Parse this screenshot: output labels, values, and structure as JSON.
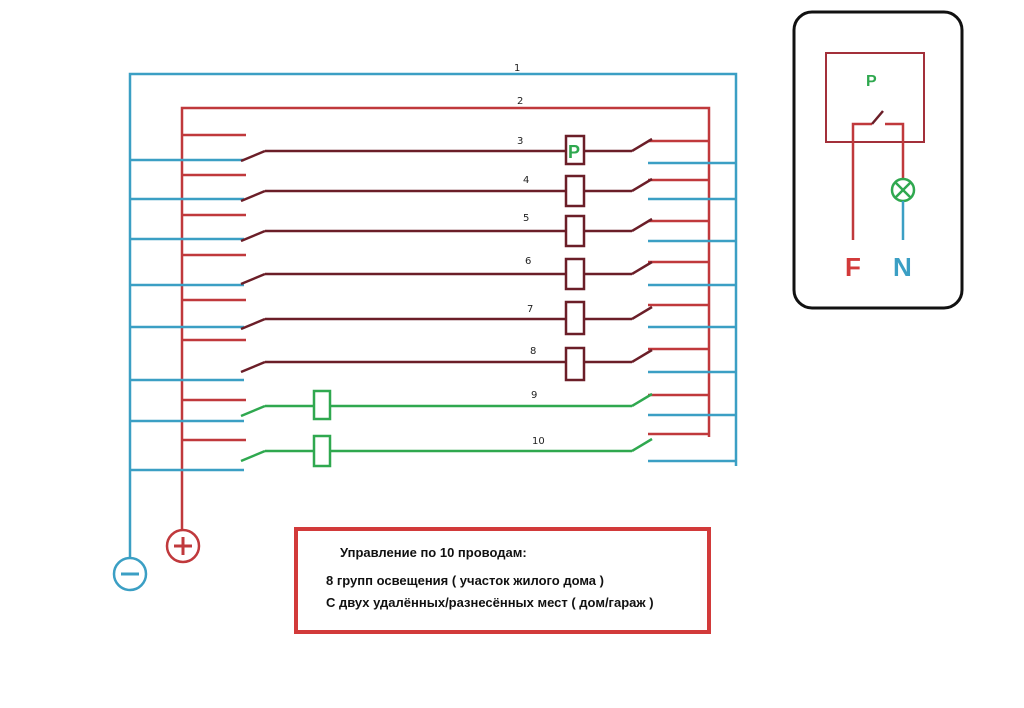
{
  "diagram": {
    "wires": [
      {
        "label": "1",
        "kind": "supply-negative"
      },
      {
        "label": "2",
        "kind": "supply-positive"
      },
      {
        "label": "3",
        "kind": "relay",
        "relay_label": "P"
      },
      {
        "label": "4",
        "kind": "relay"
      },
      {
        "label": "5",
        "kind": "relay"
      },
      {
        "label": "6",
        "kind": "relay"
      },
      {
        "label": "7",
        "kind": "relay"
      },
      {
        "label": "8",
        "kind": "relay"
      },
      {
        "label": "9",
        "kind": "green"
      },
      {
        "label": "10",
        "kind": "green"
      }
    ],
    "terminals": {
      "plus": "+",
      "minus": "−"
    },
    "legend": {
      "relay_label": "P",
      "phase_label": "F",
      "neutral_label": "N",
      "lamp_icon": "lamp-icon"
    },
    "note": {
      "title": "Управление по 10 проводам:",
      "line1": "8 групп освещения ( участок жилого дома )",
      "line2": "С двух удалённых/разнесённых мест ( дом/гараж )"
    },
    "colors": {
      "negative": "#3b9fc4",
      "positive": "#c0393c",
      "relay_wire": "#6b1e28",
      "green_wire": "#2fa84f",
      "legend_border": "#111111"
    }
  }
}
